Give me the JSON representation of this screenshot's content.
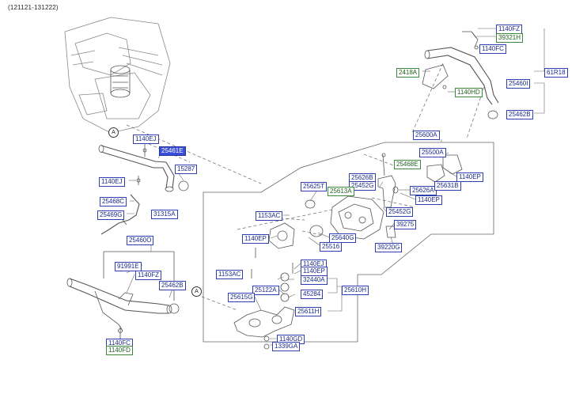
{
  "header": {
    "code": "(121121-131222)"
  },
  "markers": {
    "a_upper": "A",
    "a_lower": "A"
  },
  "labels": {
    "t_1140FZ_top": "1140FZ",
    "t_39321H": "39321H",
    "t_1140FC": "1140FC",
    "t_2418A": "2418A",
    "t_61R18": "61R18",
    "t_25460I": "25460I",
    "t_1140HD": "1140HD",
    "t_25462B_top": "25462B",
    "t_1140EJ_a": "1140EJ",
    "t_25461E": "25461E",
    "t_15287": "15287",
    "t_1140EJ_b": "1140EJ",
    "t_25468C": "25468C",
    "t_25469G": "25469G",
    "t_31315A": "31315A",
    "t_25460O": "25460O",
    "t_91991E": "91991E",
    "t_1140FZ_low": "1140FZ",
    "t_25462B_low": "25462B",
    "t_1140FC_low": "1140FC",
    "t_1140FD": "1140FD",
    "t_25600A": "25600A",
    "t_25500A": "25500A",
    "t_25468E": "25468E",
    "t_25626B": "25626B",
    "t_25452G_a": "25452G",
    "t_25625T": "25625T",
    "t_25613A": "25613A",
    "t_25626A": "25626A",
    "t_25631B": "25631B",
    "t_1140EP_a": "1140EP",
    "t_1140EP_b": "1140EP",
    "t_25452G_b": "25452G",
    "t_1153AC_a": "1153AC",
    "t_39275": "39275",
    "t_1140EP_c": "1140EP",
    "t_25640G": "25640G",
    "t_25516": "25516",
    "t_39220G": "39220G",
    "t_1140EJ_c": "1140EJ",
    "t_1140EP_d": "1140EP",
    "t_1153AC_b": "1153AC",
    "t_32440A": "32440A",
    "t_25122A": "25122A",
    "t_45284": "45284",
    "t_25610H": "25610H",
    "t_25615G": "25615G",
    "t_25611H": "25611H",
    "t_1140GD": "1140GD",
    "t_1339GA": "1339GA"
  },
  "colors": {
    "label_border": "#2f3fb0",
    "label_border_green": "#3a8a3a",
    "selected_fill": "#3b4fd6",
    "line": "#555555"
  }
}
